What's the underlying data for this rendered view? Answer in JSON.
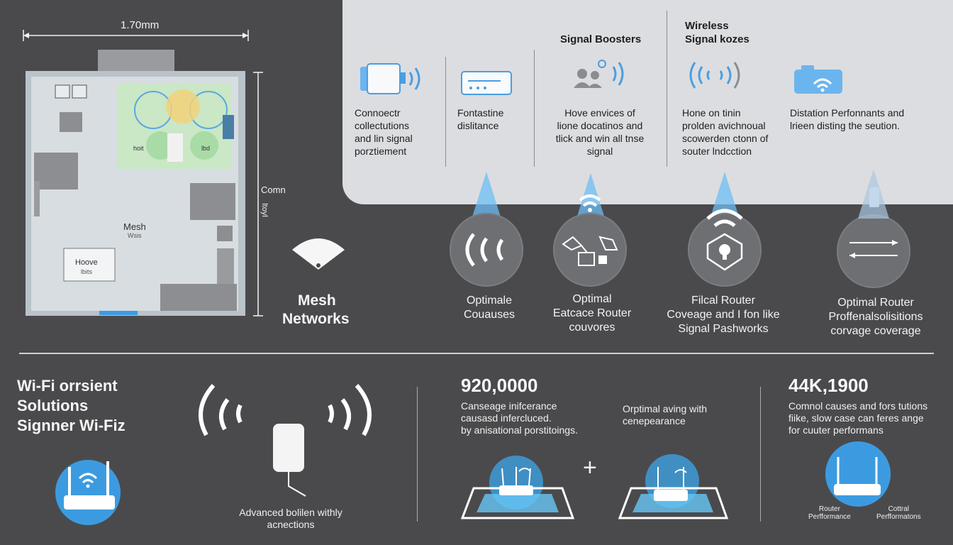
{
  "floorplan": {
    "width_label": "1.70mm",
    "height_label": "Comn",
    "height_sublabel": "ltoyl",
    "room_left": "hoit",
    "room_right": "lbd",
    "mesh_label": "Mesh",
    "mesh_sub": "Wsis",
    "box_line1": "Hoove",
    "box_line2": "lbits"
  },
  "mesh": {
    "line1": "Mesh",
    "line2": "Networks"
  },
  "top_headers": {
    "signal_boosters": "Signal Boosters",
    "wireless_line1": "Wireless",
    "wireless_line2": "Signal kozes"
  },
  "top_columns": [
    {
      "lines": [
        "Connoectr",
        "collectutions",
        "and lin signal",
        "porztiement"
      ]
    },
    {
      "lines": [
        "Fontastine",
        "dislitance"
      ]
    },
    {
      "lines": [
        "Hove envices of",
        "lione docatinos and",
        "tlick and win all tnse",
        "signal"
      ]
    },
    {
      "lines": [
        "Hone on tinin",
        "prolden avichnoual",
        "scowerden ctonn of",
        "souter lndcction"
      ]
    },
    {
      "lines": [
        "Distation Perfonnants and",
        "lrieen disting the seution."
      ]
    }
  ],
  "circles": [
    {
      "lines": [
        "Optimale",
        "Couauses"
      ]
    },
    {
      "lines": [
        "Optimal",
        "Eatcace Router",
        "couvores"
      ]
    },
    {
      "lines": [
        "Filcal Router",
        "Coveage and I fon like",
        "Signal Pashworks"
      ]
    },
    {
      "lines": [
        "Optimal Router",
        "Proffenalsolisitions",
        "corvage coverage"
      ]
    }
  ],
  "bottom_left": {
    "line1": "Wi-Fi orrsient",
    "line2": "Solutions",
    "line3": "Signner Wi-Fiz"
  },
  "adapter_caption": {
    "line1": "Advanced bolilen withly",
    "line2": "acnections"
  },
  "stat1": {
    "number": "920,0000",
    "lines": [
      "Canseage inifcerance",
      "causasd infercluced.",
      "by anisational porstitoings."
    ]
  },
  "stat_mid": {
    "lines": [
      "Orptimal aving with",
      "cenepearance"
    ]
  },
  "plus": "+",
  "stat2": {
    "number": "44K,1900",
    "lines": [
      "Comnol causes and fors tutions",
      "fiike, slow case can feres ange",
      "for cuuter performans"
    ]
  },
  "router_labels": {
    "left": "Router",
    "left2": "Perfformance",
    "right": "Cottral",
    "right2": "Perfformatons"
  },
  "colors": {
    "background": "#4a4a4c",
    "panel": "#dcdde0",
    "accent": "#3c9be0"
  }
}
